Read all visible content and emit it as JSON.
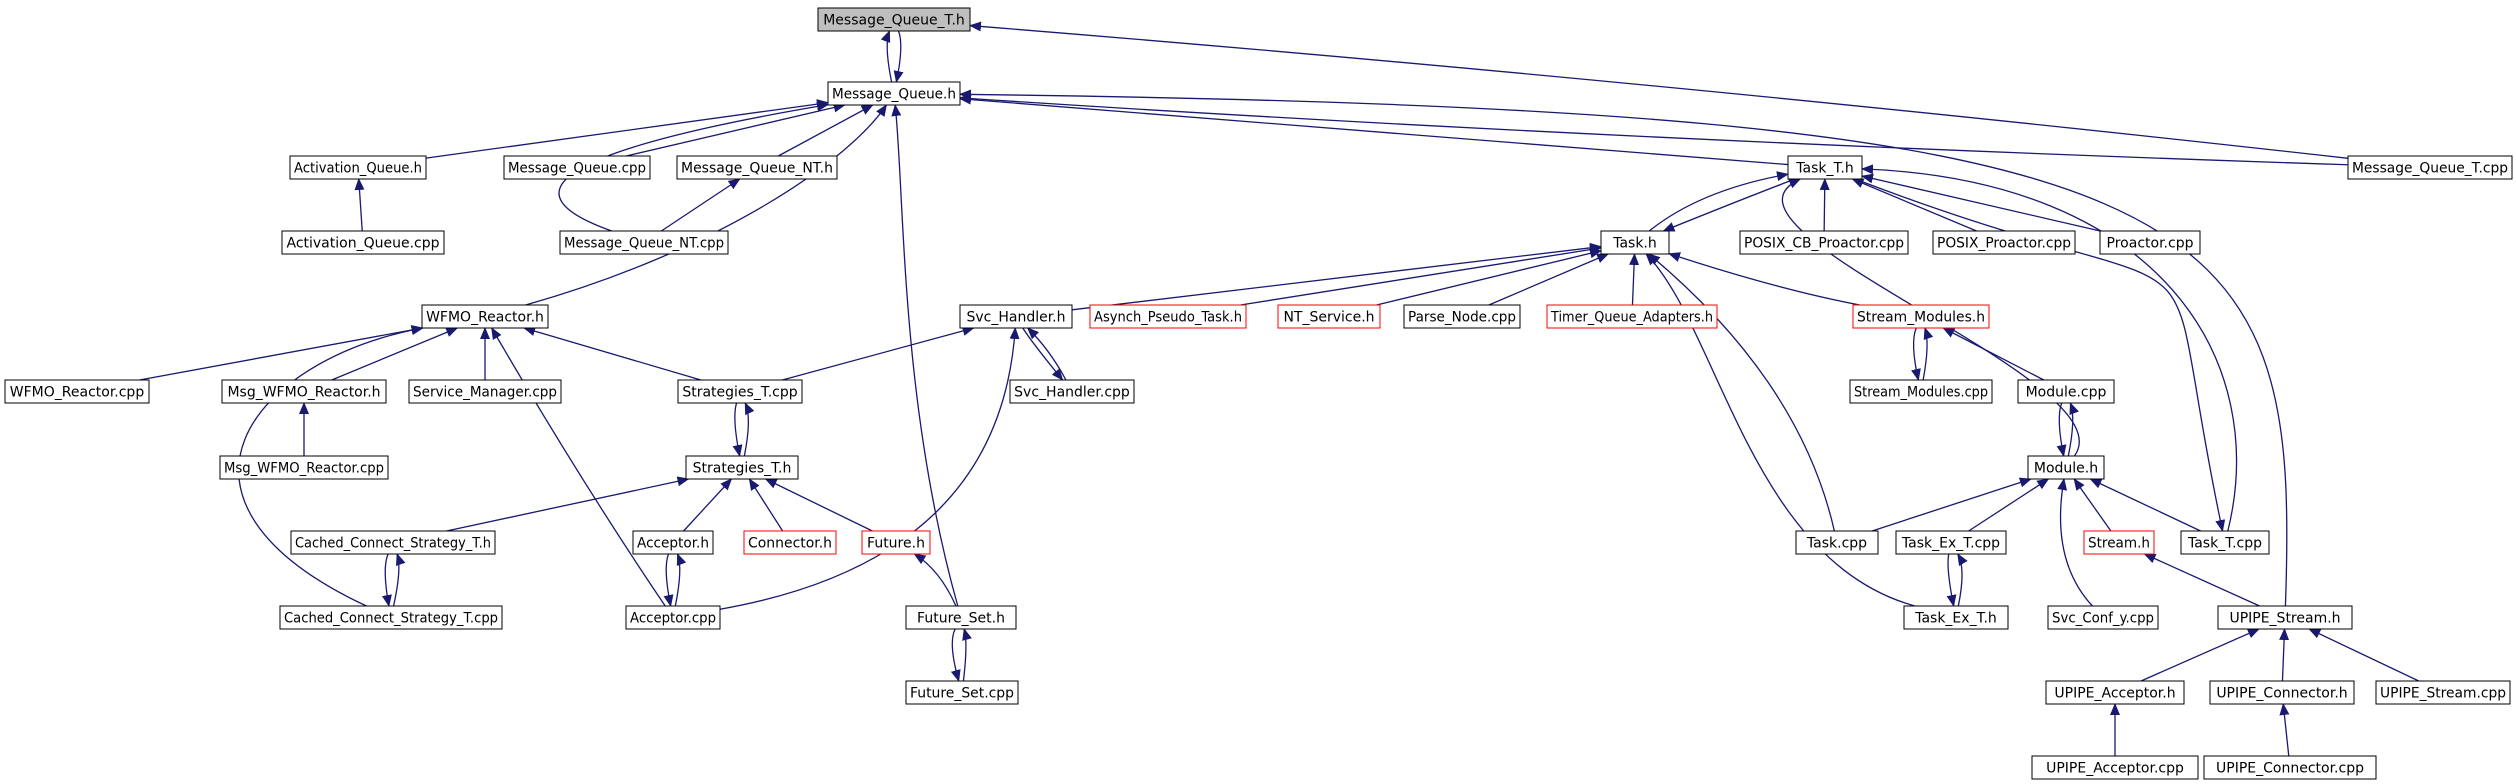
{
  "colors": {
    "edge": "#191970",
    "arrow": "#191970",
    "node_border": "#000000",
    "node_fill": "#ffffff",
    "root_fill": "#bfbfbf",
    "truncated_border": "#ff0000"
  },
  "nodes": [
    {
      "id": "n0",
      "label": "Message_Queue_T.h",
      "kind": "root"
    },
    {
      "id": "n1",
      "label": "Message_Queue.h",
      "kind": "normal"
    },
    {
      "id": "n2",
      "label": "Message_Queue_T.cpp",
      "kind": "normal"
    },
    {
      "id": "n3",
      "label": "Activation_Queue.h",
      "kind": "normal"
    },
    {
      "id": "n4",
      "label": "Message_Queue.cpp",
      "kind": "normal"
    },
    {
      "id": "n5",
      "label": "Message_Queue_NT.h",
      "kind": "normal"
    },
    {
      "id": "n6",
      "label": "Task_T.h",
      "kind": "normal"
    },
    {
      "id": "n7",
      "label": "Activation_Queue.cpp",
      "kind": "normal"
    },
    {
      "id": "n8",
      "label": "Message_Queue_NT.cpp",
      "kind": "normal"
    },
    {
      "id": "n9",
      "label": "Task.h",
      "kind": "normal"
    },
    {
      "id": "n10",
      "label": "POSIX_CB_Proactor.cpp",
      "kind": "normal"
    },
    {
      "id": "n11",
      "label": "POSIX_Proactor.cpp",
      "kind": "normal"
    },
    {
      "id": "n12",
      "label": "Proactor.cpp",
      "kind": "normal"
    },
    {
      "id": "n13",
      "label": "WFMO_Reactor.h",
      "kind": "normal"
    },
    {
      "id": "n14",
      "label": "Svc_Handler.h",
      "kind": "normal"
    },
    {
      "id": "n15",
      "label": "Asynch_Pseudo_Task.h",
      "kind": "truncated"
    },
    {
      "id": "n16",
      "label": "NT_Service.h",
      "kind": "truncated"
    },
    {
      "id": "n17",
      "label": "Parse_Node.cpp",
      "kind": "normal"
    },
    {
      "id": "n18",
      "label": "Timer_Queue_Adapters.h",
      "kind": "truncated"
    },
    {
      "id": "n19",
      "label": "Stream_Modules.h",
      "kind": "truncated"
    },
    {
      "id": "n20",
      "label": "WFMO_Reactor.cpp",
      "kind": "normal"
    },
    {
      "id": "n21",
      "label": "Msg_WFMO_Reactor.h",
      "kind": "normal"
    },
    {
      "id": "n22",
      "label": "Service_Manager.cpp",
      "kind": "normal"
    },
    {
      "id": "n23",
      "label": "Strategies_T.cpp",
      "kind": "normal"
    },
    {
      "id": "n24",
      "label": "Svc_Handler.cpp",
      "kind": "normal"
    },
    {
      "id": "n25",
      "label": "Stream_Modules.cpp",
      "kind": "normal"
    },
    {
      "id": "n26",
      "label": "Module.cpp",
      "kind": "normal"
    },
    {
      "id": "n27",
      "label": "Msg_WFMO_Reactor.cpp",
      "kind": "normal"
    },
    {
      "id": "n28",
      "label": "Strategies_T.h",
      "kind": "normal"
    },
    {
      "id": "n29",
      "label": "Module.h",
      "kind": "normal"
    },
    {
      "id": "n30",
      "label": "Cached_Connect_Strategy_T.h",
      "kind": "normal"
    },
    {
      "id": "n31",
      "label": "Acceptor.h",
      "kind": "normal"
    },
    {
      "id": "n32",
      "label": "Connector.h",
      "kind": "truncated"
    },
    {
      "id": "n33",
      "label": "Future.h",
      "kind": "truncated"
    },
    {
      "id": "n34",
      "label": "Task.cpp",
      "kind": "normal"
    },
    {
      "id": "n35",
      "label": "Task_Ex_T.cpp",
      "kind": "normal"
    },
    {
      "id": "n36",
      "label": "Stream.h",
      "kind": "truncated"
    },
    {
      "id": "n37",
      "label": "Task_T.cpp",
      "kind": "normal"
    },
    {
      "id": "n38",
      "label": "Cached_Connect_Strategy_T.cpp",
      "kind": "normal"
    },
    {
      "id": "n39",
      "label": "Acceptor.cpp",
      "kind": "normal"
    },
    {
      "id": "n40",
      "label": "Future_Set.h",
      "kind": "normal"
    },
    {
      "id": "n41",
      "label": "Task_Ex_T.h",
      "kind": "normal"
    },
    {
      "id": "n42",
      "label": "Svc_Conf_y.cpp",
      "kind": "normal"
    },
    {
      "id": "n43",
      "label": "UPIPE_Stream.h",
      "kind": "normal"
    },
    {
      "id": "n44",
      "label": "Future_Set.cpp",
      "kind": "normal"
    },
    {
      "id": "n45",
      "label": "UPIPE_Acceptor.h",
      "kind": "normal"
    },
    {
      "id": "n46",
      "label": "UPIPE_Connector.h",
      "kind": "normal"
    },
    {
      "id": "n47",
      "label": "UPIPE_Stream.cpp",
      "kind": "normal"
    },
    {
      "id": "n48",
      "label": "UPIPE_Acceptor.cpp",
      "kind": "normal"
    },
    {
      "id": "n49",
      "label": "UPIPE_Connector.cpp",
      "kind": "normal"
    }
  ],
  "edges": [
    [
      "n1",
      "n0"
    ],
    [
      "n0",
      "n1"
    ],
    [
      "n2",
      "n0"
    ],
    [
      "n3",
      "n1"
    ],
    [
      "n4",
      "n1"
    ],
    [
      "n5",
      "n1"
    ],
    [
      "n8",
      "n1"
    ],
    [
      "n6",
      "n1"
    ],
    [
      "n13",
      "n1"
    ],
    [
      "n40",
      "n1"
    ],
    [
      "n2",
      "n1"
    ],
    [
      "n43",
      "n1"
    ],
    [
      "n7",
      "n3"
    ],
    [
      "n8",
      "n5"
    ],
    [
      "n9",
      "n6"
    ],
    [
      "n10",
      "n6"
    ],
    [
      "n11",
      "n6"
    ],
    [
      "n12",
      "n6"
    ],
    [
      "n37",
      "n6"
    ],
    [
      "n29",
      "n6"
    ],
    [
      "n6",
      "n9"
    ],
    [
      "n14",
      "n9"
    ],
    [
      "n15",
      "n9"
    ],
    [
      "n16",
      "n9"
    ],
    [
      "n17",
      "n9"
    ],
    [
      "n18",
      "n9"
    ],
    [
      "n19",
      "n9"
    ],
    [
      "n34",
      "n9"
    ],
    [
      "n41",
      "n9"
    ],
    [
      "n20",
      "n13"
    ],
    [
      "n21",
      "n13"
    ],
    [
      "n22",
      "n13"
    ],
    [
      "n23",
      "n13"
    ],
    [
      "n38",
      "n13"
    ],
    [
      "n39",
      "n13"
    ],
    [
      "n27",
      "n21"
    ],
    [
      "n23",
      "n14"
    ],
    [
      "n24",
      "n14"
    ],
    [
      "n14",
      "n24"
    ],
    [
      "n39",
      "n14"
    ],
    [
      "n25",
      "n19"
    ],
    [
      "n19",
      "n25"
    ],
    [
      "n26",
      "n19"
    ],
    [
      "n29",
      "n26"
    ],
    [
      "n26",
      "n29"
    ],
    [
      "n28",
      "n23"
    ],
    [
      "n23",
      "n28"
    ],
    [
      "n30",
      "n28"
    ],
    [
      "n31",
      "n28"
    ],
    [
      "n32",
      "n28"
    ],
    [
      "n33",
      "n28"
    ],
    [
      "n38",
      "n30"
    ],
    [
      "n30",
      "n38"
    ],
    [
      "n39",
      "n31"
    ],
    [
      "n31",
      "n39"
    ],
    [
      "n40",
      "n33"
    ],
    [
      "n34",
      "n29"
    ],
    [
      "n35",
      "n29"
    ],
    [
      "n36",
      "n29"
    ],
    [
      "n37",
      "n29"
    ],
    [
      "n42",
      "n29"
    ],
    [
      "n41",
      "n35"
    ],
    [
      "n35",
      "n41"
    ],
    [
      "n43",
      "n36"
    ],
    [
      "n44",
      "n40"
    ],
    [
      "n40",
      "n44"
    ],
    [
      "n45",
      "n43"
    ],
    [
      "n46",
      "n43"
    ],
    [
      "n47",
      "n43"
    ],
    [
      "n48",
      "n45"
    ],
    [
      "n49",
      "n46"
    ],
    [
      "n6",
      "n37"
    ]
  ]
}
